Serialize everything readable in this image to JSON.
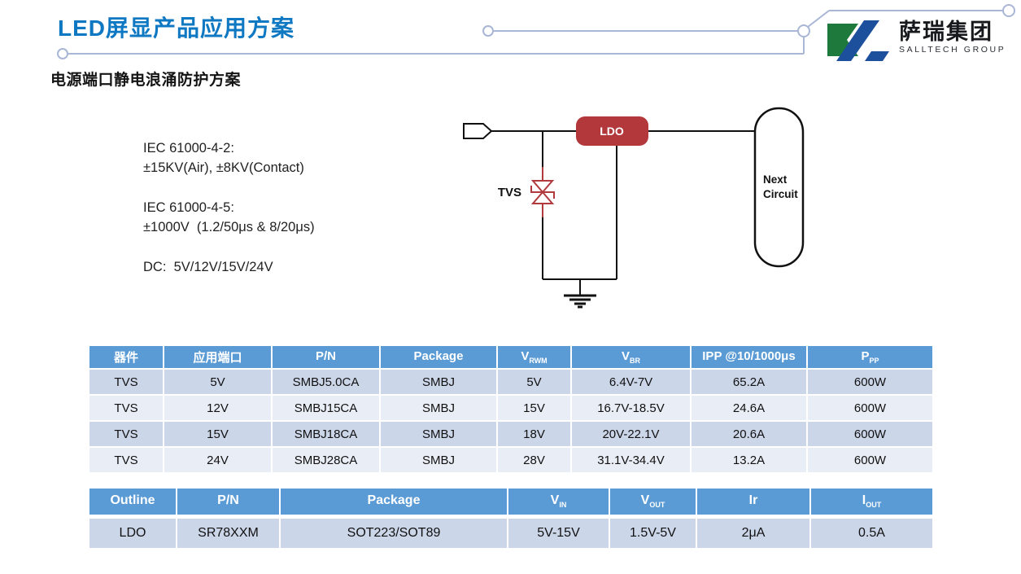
{
  "slide": {
    "title": "LED屏显产品应用方案",
    "subtitle": "电源端口静电浪涌防护方案"
  },
  "logo": {
    "name_cn": "萨瑞集团",
    "name_en": "SALLTECH GROUP"
  },
  "specs": {
    "iec2_title": "IEC 61000-4-2:",
    "iec2_value": "±15KV(Air), ±8KV(Contact)",
    "iec5_title": "IEC 61000-4-5:",
    "iec5_value": "±1000V  (1.2/50μs & 8/20μs)",
    "dc_value": "DC:  5V/12V/15V/24V"
  },
  "diagram": {
    "tvs_label": "TVS",
    "ldo_label": "LDO",
    "next_circuit_line1": "Next",
    "next_circuit_line2": "Circuit"
  },
  "colors": {
    "title_blue": "#0f78c2",
    "table_header_blue": "#5b9bd5",
    "row_band_dark": "#ccd6e9",
    "row_band_light": "#e9edf6",
    "ldo_red": "#b2383c",
    "tvs_red": "#b03a3e",
    "trace_gray_blue": "#a9b6d6",
    "logo_green": "#1e7a3c",
    "logo_blue": "#1c4f9c"
  },
  "tvs_table": {
    "headers": [
      {
        "text": "器件",
        "sub": ""
      },
      {
        "text": "应用端口",
        "sub": ""
      },
      {
        "text": "P/N",
        "sub": ""
      },
      {
        "text": "Package",
        "sub": ""
      },
      {
        "text": "V",
        "sub": "RWM"
      },
      {
        "text": "V",
        "sub": "BR"
      },
      {
        "text": "IPP @10/1000μs",
        "sub": ""
      },
      {
        "text": "P",
        "sub": "PP"
      }
    ],
    "rows": [
      [
        "TVS",
        "5V",
        "SMBJ5.0CA",
        "SMBJ",
        "5V",
        "6.4V-7V",
        "65.2A",
        "600W"
      ],
      [
        "TVS",
        "12V",
        "SMBJ15CA",
        "SMBJ",
        "15V",
        "16.7V-18.5V",
        "24.6A",
        "600W"
      ],
      [
        "TVS",
        "15V",
        "SMBJ18CA",
        "SMBJ",
        "18V",
        "20V-22.1V",
        "20.6A",
        "600W"
      ],
      [
        "TVS",
        "24V",
        "SMBJ28CA",
        "SMBJ",
        "28V",
        "31.1V-34.4V",
        "13.2A",
        "600W"
      ]
    ]
  },
  "ldo_table": {
    "headers": [
      {
        "text": "Outline",
        "sub": ""
      },
      {
        "text": "P/N",
        "sub": ""
      },
      {
        "text": "Package",
        "sub": ""
      },
      {
        "text": "V",
        "sub": "IN"
      },
      {
        "text": "V",
        "sub": "OUT"
      },
      {
        "text": "Ir",
        "sub": ""
      },
      {
        "text": "I",
        "sub": "OUT"
      }
    ],
    "rows": [
      [
        "LDO",
        "SR78XXM",
        "SOT223/SOT89",
        "5V-15V",
        "1.5V-5V",
        "2μA",
        "0.5A"
      ]
    ]
  }
}
